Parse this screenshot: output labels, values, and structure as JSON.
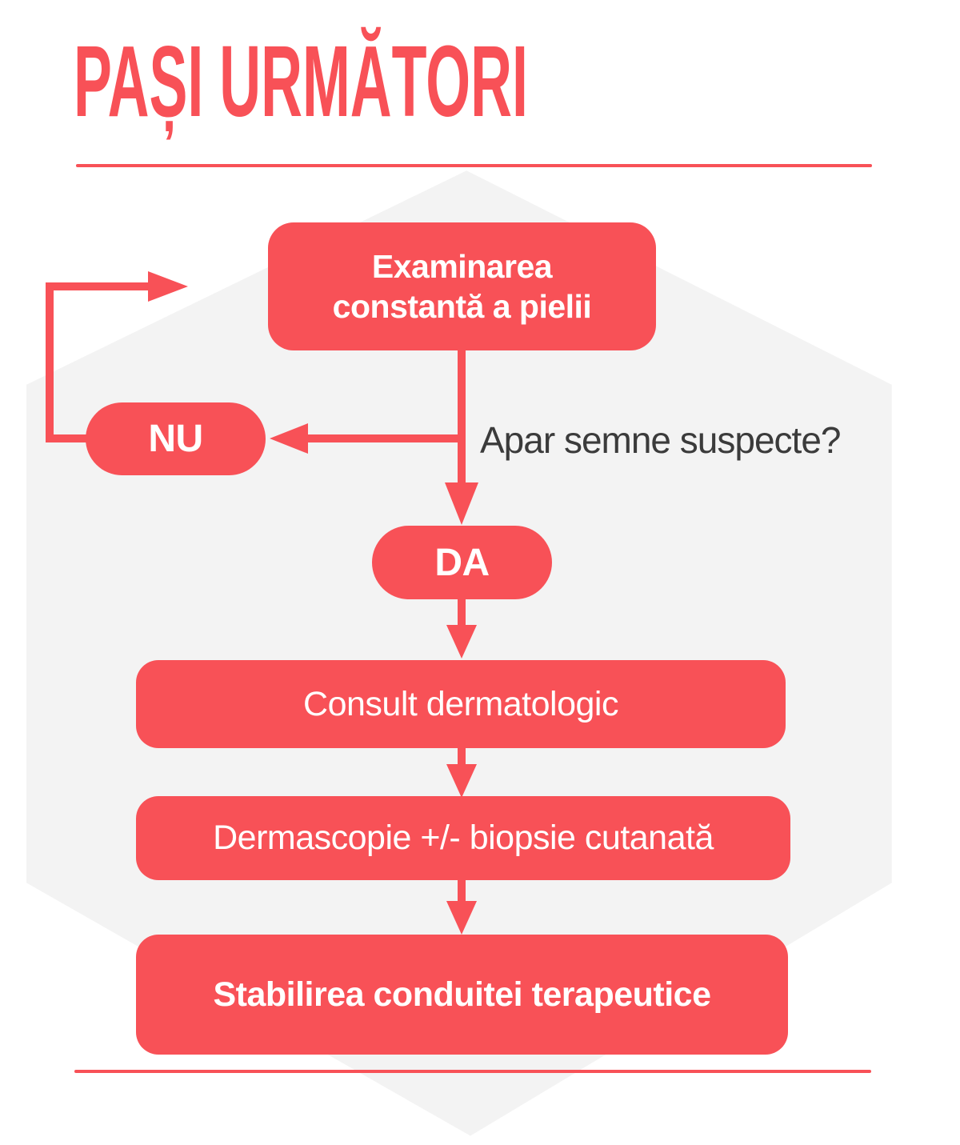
{
  "title": "PAȘI URMĂTORI",
  "colors": {
    "accent": "#f85157",
    "hexagon_background": "#f3f3f3",
    "question_text": "#3b3b3b",
    "node_text": "#ffffff"
  },
  "flowchart": {
    "start_node": {
      "line1": "Examinarea",
      "line2": "constantă a pielii"
    },
    "question": "Apar semne suspecte?",
    "no_label": "NU",
    "yes_label": "DA",
    "steps": [
      "Consult dermatologic",
      "Dermascopie +/- biopsie cutanată",
      "Stabilirea conduitei terapeutice"
    ]
  }
}
